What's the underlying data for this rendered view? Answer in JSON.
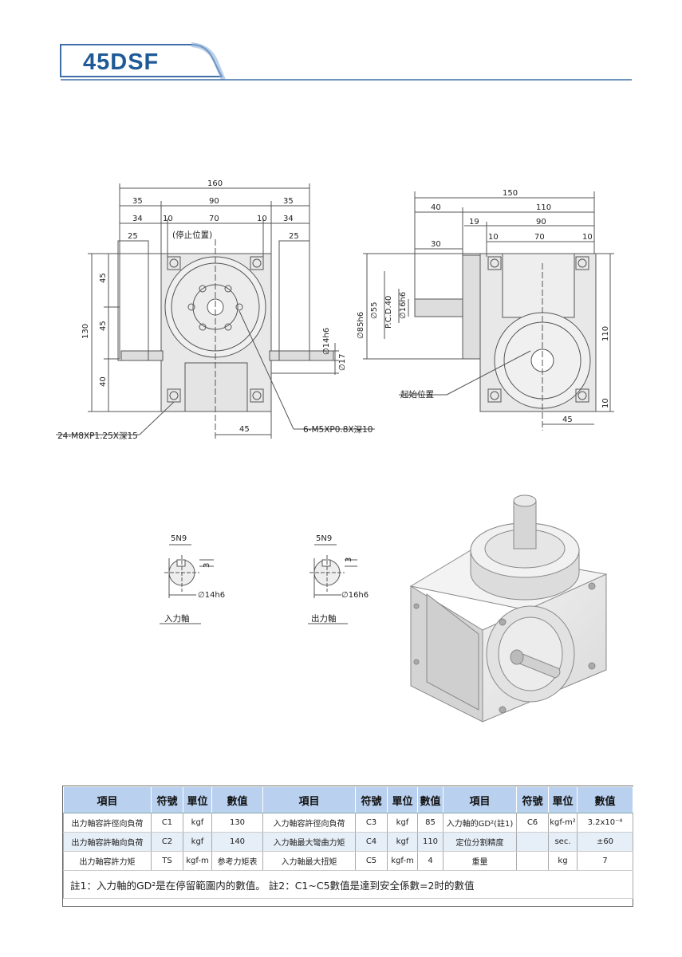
{
  "header": {
    "model": "45DSF",
    "brand_color": "#1f5a96"
  },
  "front_view": {
    "dims": {
      "total_width": "160",
      "left_35": "35",
      "mid_90": "90",
      "right_35": "35",
      "left_34": "34",
      "left_10": "10",
      "mid_70": "70",
      "right_10": "10",
      "right_34": "34",
      "left_25": "25",
      "right_25": "25",
      "height_130": "130",
      "h45a": "45",
      "h45b": "45",
      "h40": "40",
      "shaft_14h6": "∅14h6",
      "d17": "∅17",
      "bottom_45": "45"
    },
    "labels": {
      "stop_position": "(停止位置)",
      "tap_holes_24": "24-M8XP1.25X深15",
      "tap_holes_6": "6-M5XP0.8X深10"
    }
  },
  "side_view": {
    "dims": {
      "total_150": "150",
      "d40": "40",
      "d110": "110",
      "d19": "19",
      "d90": "90",
      "d10a": "10",
      "d70": "70",
      "d10b": "10",
      "d30": "30",
      "d85h6": "∅85h6",
      "d55": "∅55",
      "pcd40": "P.C.D.40",
      "d16h6": "∅16h6",
      "h110": "110",
      "h10": "10",
      "bottom_45": "45"
    },
    "labels": {
      "start_position": "起始位置"
    }
  },
  "key_details": [
    {
      "key": "5N9",
      "depth": "3",
      "diameter": "∅14h6",
      "caption": "入力軸"
    },
    {
      "key": "5N9",
      "depth": "3",
      "diameter": "∅16h6",
      "caption": "出力軸"
    }
  ],
  "spec_table": {
    "headers": [
      "項目",
      "符號",
      "單位",
      "數值",
      "項目",
      "符號",
      "單位",
      "數值",
      "項目",
      "符號",
      "單位",
      "數值"
    ],
    "rows": [
      [
        "出力軸容許徑向負荷",
        "C1",
        "kgf",
        "130",
        "入力軸容許徑向負荷",
        "C3",
        "kgf",
        "85",
        "入力軸的GD²(註1)",
        "C6",
        "kgf-m²",
        "3.2x10⁻⁴"
      ],
      [
        "出力軸容許軸向負荷",
        "C2",
        "kgf",
        "140",
        "入力軸最大彎曲力矩",
        "C4",
        "kgf",
        "110",
        "定位分割精度",
        "",
        "sec.",
        "±60"
      ],
      [
        "出力軸容許力矩",
        "TS",
        "kgf-m",
        "参考力矩表",
        "入力軸最大扭矩",
        "C5",
        "kgf-m",
        "4",
        "重量",
        "",
        "kg",
        "7"
      ]
    ],
    "note": "註1：入力軸的GD²是在停留範圍内的數值。 註2：C1~C5數值是達到安全係數=2时的數值"
  }
}
